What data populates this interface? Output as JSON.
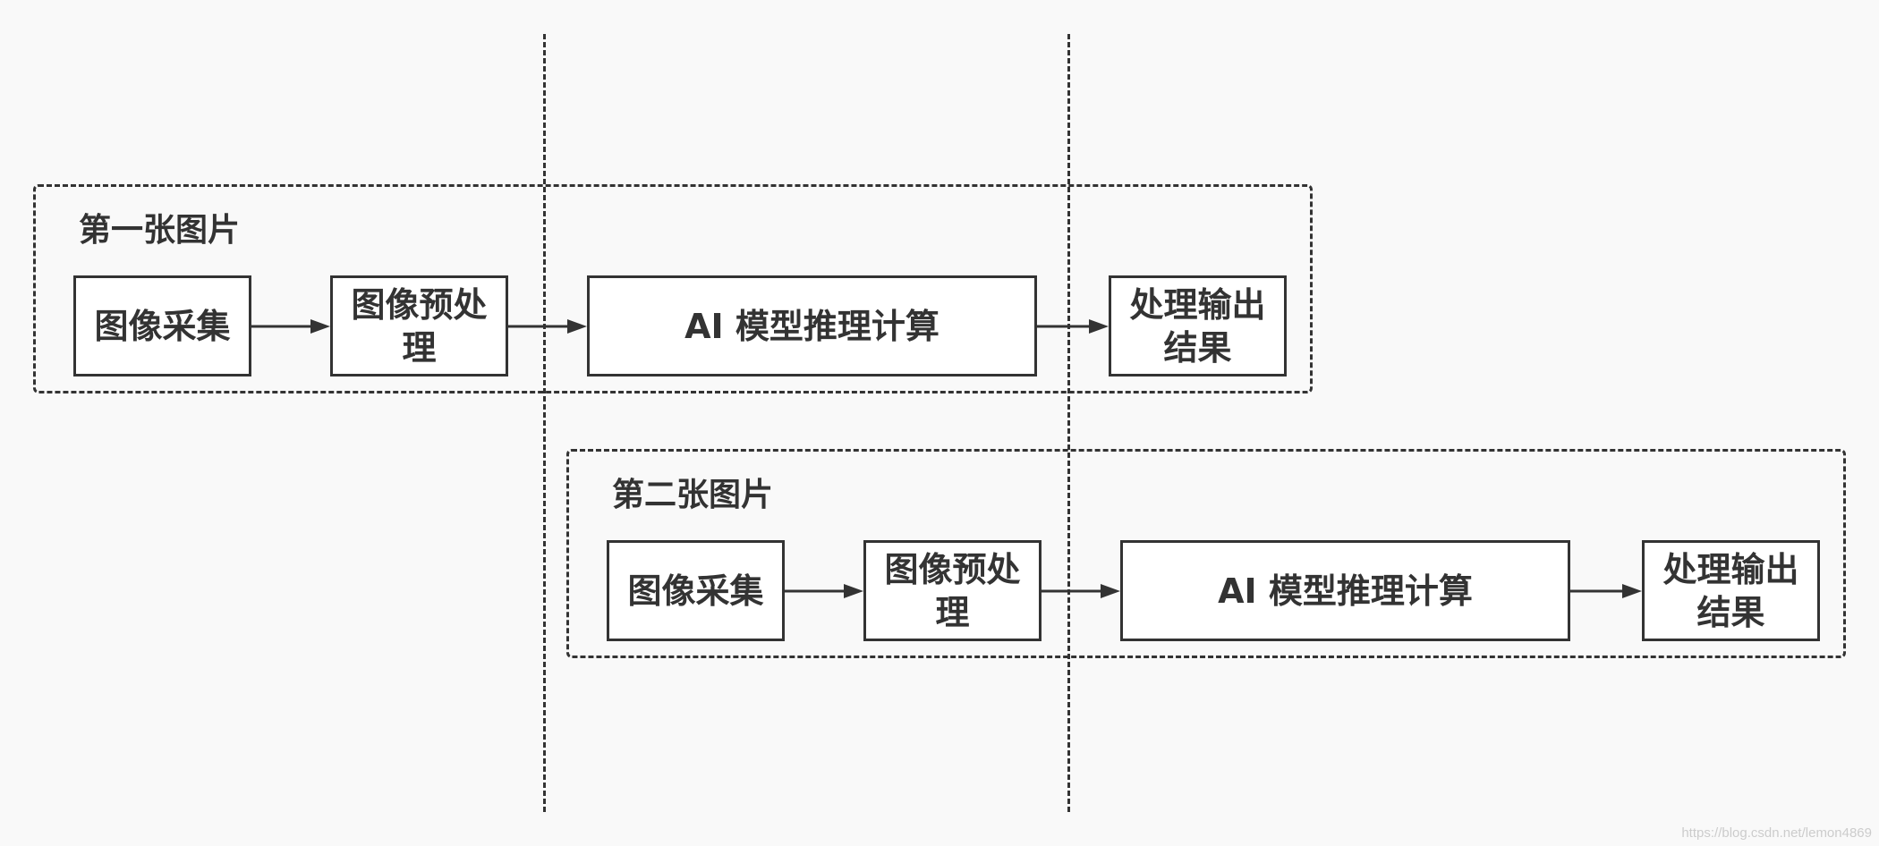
{
  "colors": {
    "stroke": "#333333",
    "background": "#f9f9f9",
    "box_fill": "#ffffff"
  },
  "groups": [
    {
      "title": "第一张图片",
      "steps": [
        {
          "label": "图像采集"
        },
        {
          "label": "图像预处理"
        },
        {
          "label": "AI 模型推理计算"
        },
        {
          "label": "处理输出结果"
        }
      ]
    },
    {
      "title": "第二张图片",
      "steps": [
        {
          "label": "图像采集"
        },
        {
          "label": "图像预处理"
        },
        {
          "label": "AI 模型推理计算"
        },
        {
          "label": "处理输出结果"
        }
      ]
    }
  ],
  "watermark": "https://blog.csdn.net/lemon4869"
}
